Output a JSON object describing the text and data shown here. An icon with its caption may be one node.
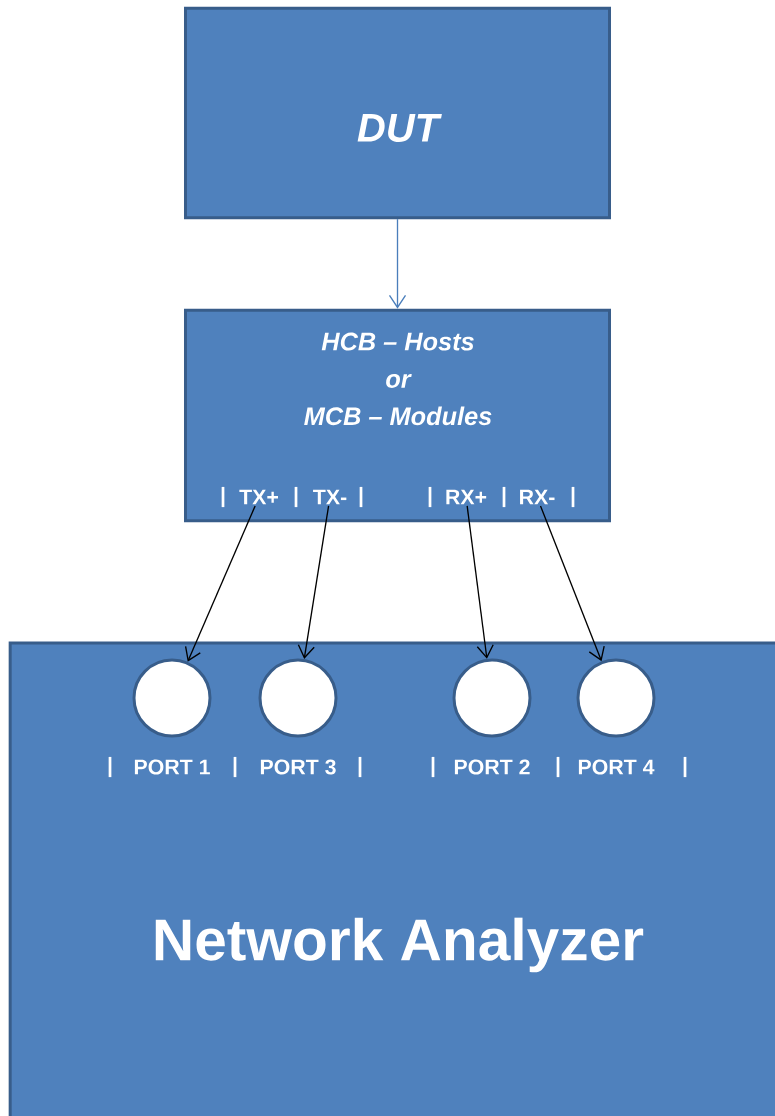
{
  "diagram": {
    "nodes": [
      {
        "text": [
          "DUT"
        ]
      },
      {
        "text": [
          "HCB – Hosts",
          "or",
          "MCB – Modules"
        ]
      },
      {
        "text": [
          "TX+"
        ],
        "in": 1
      },
      {
        "text": [
          "TX-"
        ],
        "in": 1
      },
      {
        "text": [
          "RX+"
        ],
        "in": 1
      },
      {
        "text": [
          "RX-"
        ],
        "in": 1
      },
      {
        "text": [
          "Network Analyzer"
        ]
      },
      {
        "text": [],
        "shape": "circle",
        "in": 6,
        "beside": [
          "PORT 1"
        ]
      },
      {
        "text": [],
        "shape": "circle",
        "in": 6,
        "beside": [
          "PORT 3"
        ]
      },
      {
        "text": [],
        "shape": "circle",
        "in": 6,
        "beside": [
          "PORT 2"
        ]
      },
      {
        "text": [],
        "shape": "circle",
        "in": 6,
        "beside": [
          "PORT 4"
        ]
      }
    ],
    "edges": [
      {
        "from": 0,
        "to": 1,
        "arrow": "to",
        "color": "#4a7ebb"
      },
      {
        "from": 2,
        "to": 7,
        "arrow": "to"
      },
      {
        "from": 3,
        "to": 8,
        "arrow": "to"
      },
      {
        "from": 4,
        "to": 9,
        "arrow": "to"
      },
      {
        "from": 5,
        "to": 10,
        "arrow": "to"
      }
    ],
    "labels": [
      "|",
      "|",
      "|",
      "|",
      "|",
      "|",
      "|",
      "|",
      "|",
      "|",
      "|",
      "|"
    ]
  }
}
